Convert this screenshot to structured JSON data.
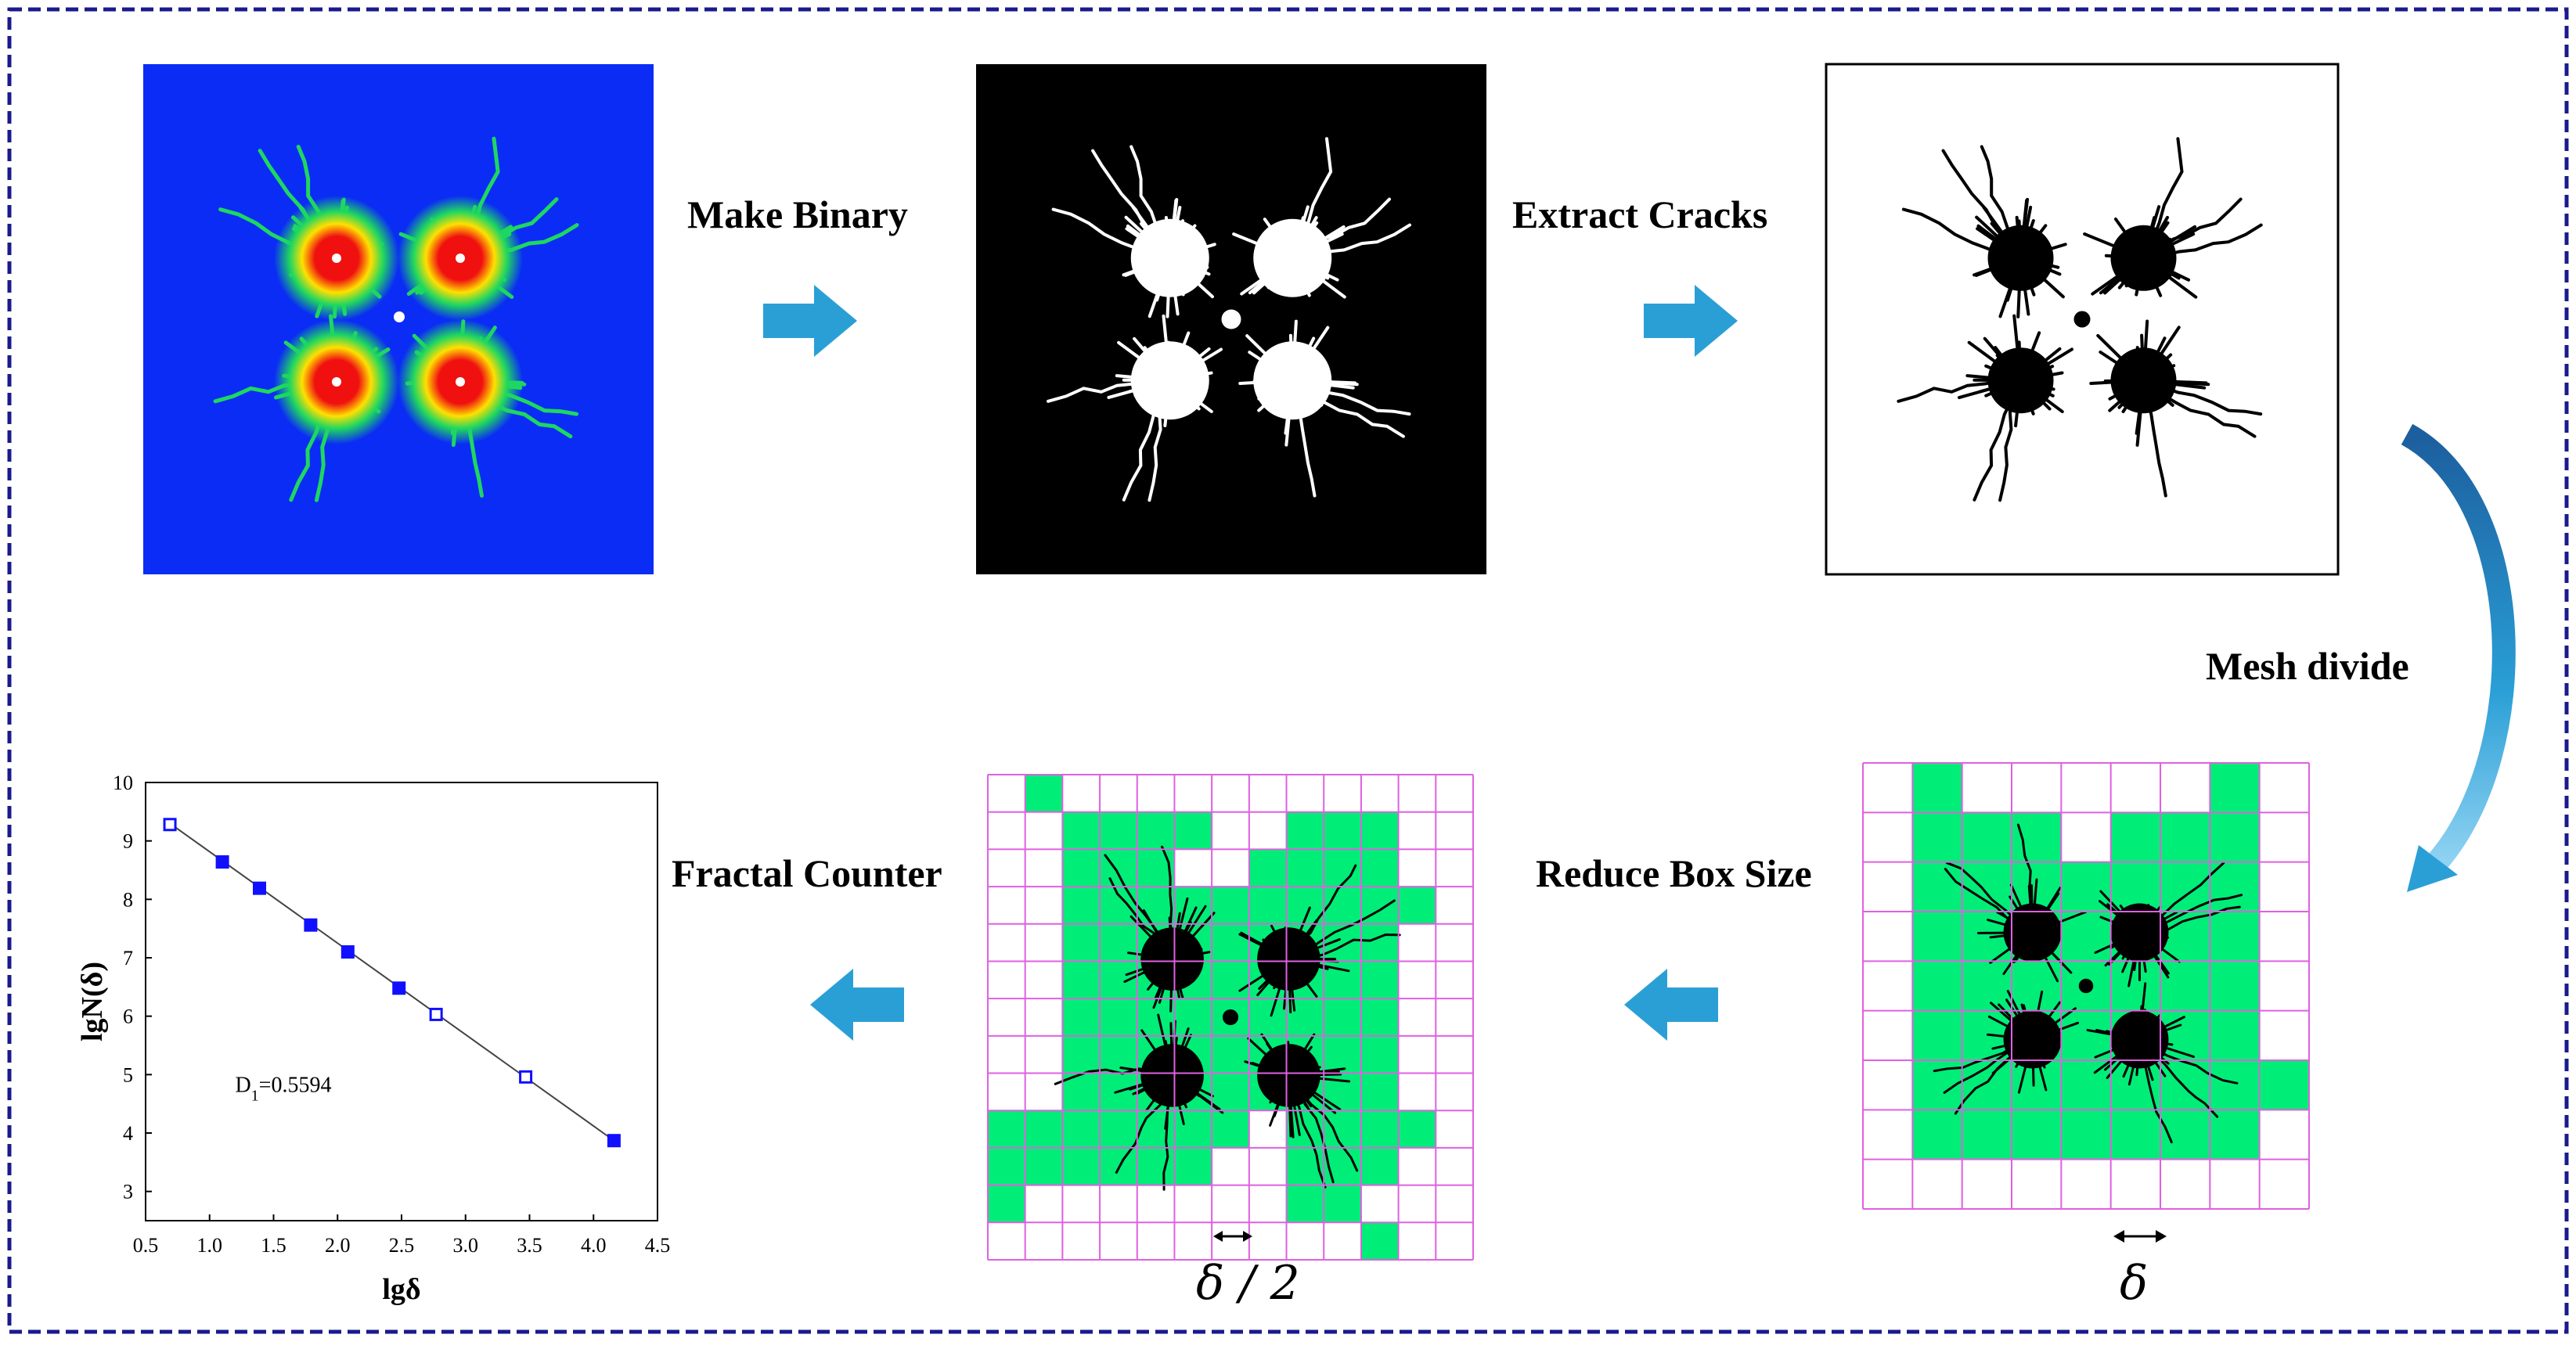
{
  "steps": {
    "make_binary": "Make Binary",
    "extract_cracks": "Extract Cracks",
    "mesh_divide": "Mesh divide",
    "reduce_box_size": "Reduce Box Size",
    "fractal_counter": "Fractal Counter"
  },
  "box_labels": {
    "half": "δ / 2",
    "full": "δ"
  },
  "colors": {
    "frame": "#1a1a8c",
    "arrow": "#2a9fd6",
    "sim_bg": "#0a2cf5",
    "crack_green": "#1ed760",
    "core_red": "#f01010",
    "grid_line": "#e060e0",
    "box_fill": "#00ee77",
    "series_marker": "#1010ff"
  },
  "chart_data": {
    "type": "scatter",
    "xlabel": "lgδ",
    "ylabel": "lgN(δ)",
    "xlim": [
      0.5,
      4.5
    ],
    "ylim": [
      2.5,
      10
    ],
    "xticks": [
      "0.5",
      "1.0",
      "1.5",
      "2.0",
      "2.5",
      "3.0",
      "3.5",
      "4.0",
      "4.5"
    ],
    "yticks": [
      "3",
      "4",
      "5",
      "6",
      "7",
      "8",
      "9",
      "10"
    ],
    "x": [
      0.69,
      1.1,
      1.39,
      1.79,
      2.08,
      2.48,
      2.77,
      3.47,
      4.16
    ],
    "y": [
      9.28,
      8.64,
      8.19,
      7.56,
      7.1,
      6.48,
      6.03,
      4.96,
      3.87
    ],
    "fit_line": [
      [
        0.69,
        9.3
      ],
      [
        4.16,
        3.87
      ]
    ],
    "annotation": {
      "main": "D",
      "sub": "1",
      "rest": "=0.5594"
    }
  }
}
